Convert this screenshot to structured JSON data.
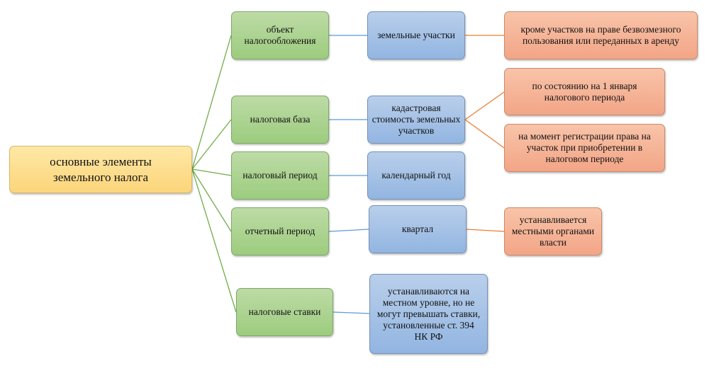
{
  "root": {
    "label": "основные элементы\nземельного налога"
  },
  "elements": [
    {
      "label": "объект\nналогообложения",
      "value": "земельные участки",
      "details": [
        "кроме участков на праве безвозмезного\nпользования или переданных в аренду"
      ]
    },
    {
      "label": "налоговая база",
      "value": "кадастровая\nстоимость земельных\nучастков",
      "details": [
        "по состоянию на 1 января\nналогового периода",
        "на момент регистрации права на\nучасток при приобретении в\nналоговом периоде"
      ]
    },
    {
      "label": "налоговый период",
      "value": "календарный год",
      "details": []
    },
    {
      "label": "отчетный период",
      "value": "квартал",
      "details": [
        "устанавливается\nместными органами\nвласти"
      ]
    },
    {
      "label": "налоговые ставки",
      "value": "устанавливаются на\nместном уровне, но не\nмогут превышать ставки,\nустановленные ст. 394\nНК РФ",
      "details": []
    }
  ],
  "colors": {
    "root": "#fcd57a",
    "level1": "#9ccc7e",
    "level2": "#92b5e1",
    "level3": "#f3a587",
    "connector_level1": "#70ad47",
    "connector_level2": "#5b9bd5",
    "connector_level3": "#ed7d31"
  }
}
